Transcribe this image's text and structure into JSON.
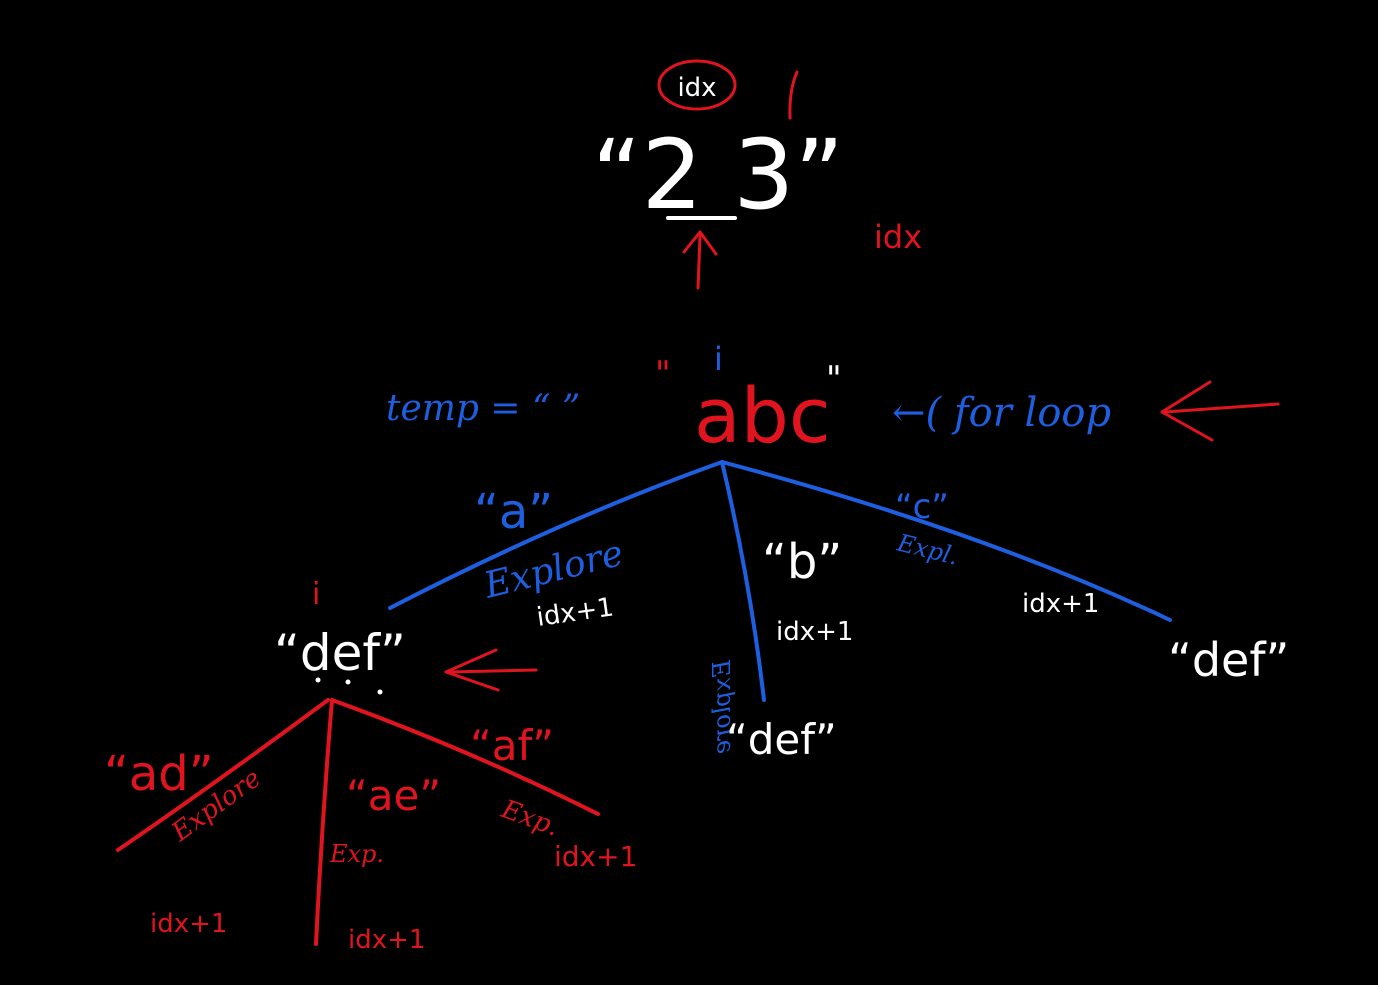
{
  "colors": {
    "background": "#000000",
    "white": "#ffffff",
    "red": "#e0141e",
    "blue": "#1e5fe0"
  },
  "input": {
    "digits_text": "“2 3”",
    "idx_top": "idx",
    "idx_side": "idx"
  },
  "level1": {
    "i_label": "i",
    "node": "abc",
    "temp": "temp = “ ”",
    "for_loop": "←( for loop",
    "branches": [
      {
        "label": "“a”",
        "explore": "Explore",
        "idx": "idx+1",
        "child": "“def”"
      },
      {
        "label": "“b”",
        "explore": "Explore",
        "idx": "idx+1",
        "child": "“def”"
      },
      {
        "label": "“c”",
        "explore": "Expl.",
        "idx": "idx+1",
        "child": "“def”"
      }
    ]
  },
  "level2": {
    "i_label": "i",
    "node": "“def”",
    "branches": [
      {
        "label": "“ad”",
        "explore": "Explore",
        "idx": "idx+1"
      },
      {
        "label": "“ae”",
        "explore": "Exp.",
        "idx": "idx+1"
      },
      {
        "label": "“af”",
        "explore": "Exp.",
        "idx": "idx+1"
      }
    ]
  }
}
